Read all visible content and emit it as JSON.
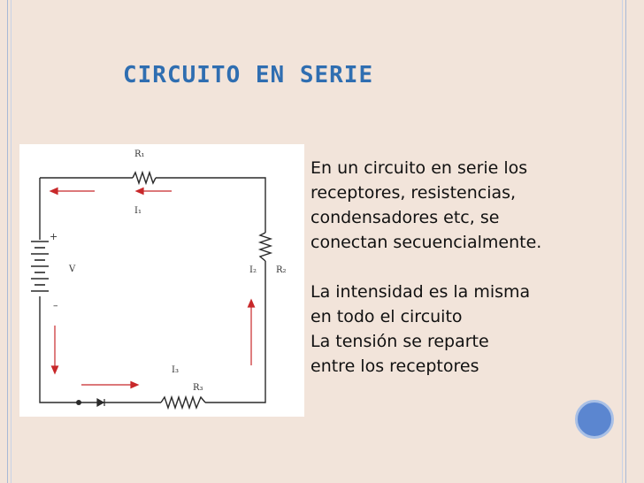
{
  "slide": {
    "title": "CIRCUITO EN SERIE",
    "paragraphs": [
      "En un circuito en serie los",
      "receptores, resistencias,",
      "condensadores  etc, se",
      "conectan secuencialmente.",
      "La intensidad es la misma",
      "en todo el circuito",
      "La tensión se reparte",
      "entre los receptores"
    ]
  },
  "diagram": {
    "labels": {
      "r1": "R₁",
      "i1": "I₁",
      "r2": "R₂",
      "i2": "I₂",
      "r3": "R₃",
      "i3": "I₃",
      "v": "V",
      "plus": "+",
      "minus": "–"
    },
    "colors": {
      "wire": "#2a2a2a",
      "arrow": "#c8282a",
      "background": "#ffffff"
    }
  }
}
